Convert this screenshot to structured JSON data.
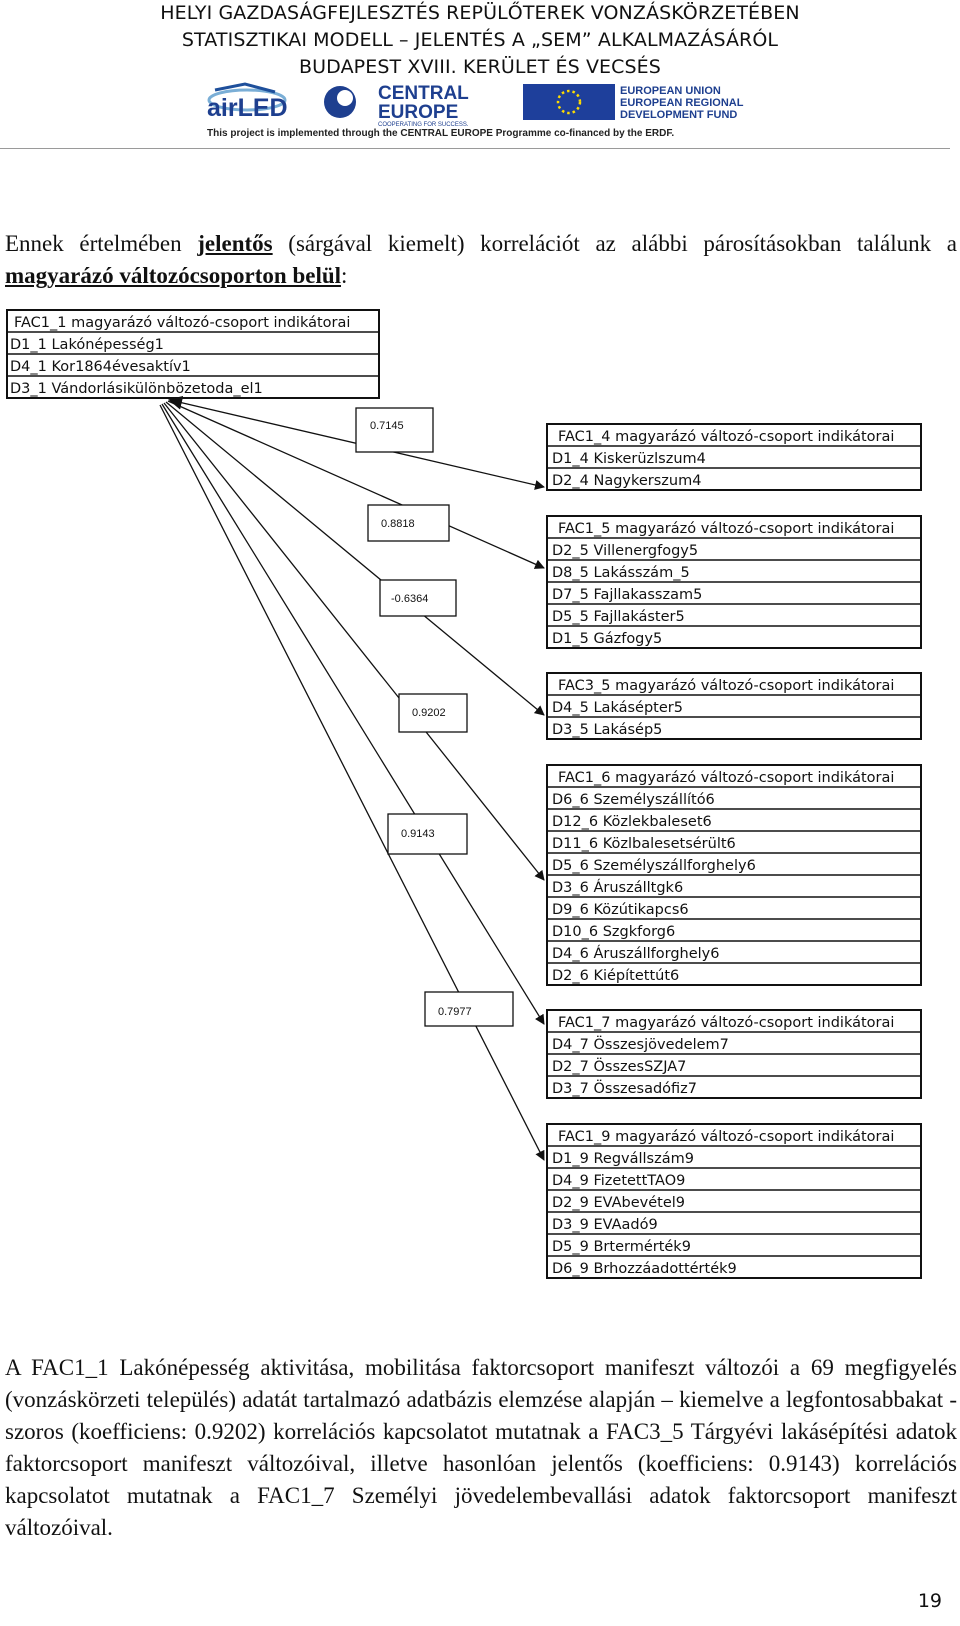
{
  "header": {
    "line1": "HELYI GAZDASÁGFEJLESZTÉS REPÜLŐTEREK VONZÁSKÖRZETÉBEN",
    "line2": "STATISZTIKAI MODELL – JELENTÉS A „SEM” ALKALMAZÁSÁRÓL",
    "line3": "BUDAPEST XVIII. KERÜLET ÉS VECSÉS",
    "logo_airled": "airLED",
    "logo_ce1": "CENTRAL",
    "logo_ce2": "EUROPE",
    "logo_ce3": "COOPERATING FOR SUCCESS.",
    "logo_eu1": "EUROPEAN UNION",
    "logo_eu2": "EUROPEAN REGIONAL",
    "logo_eu3": "DEVELOPMENT FUND",
    "project_note": "This project is implemented through the CENTRAL EUROPE Programme co-financed by the ERDF."
  },
  "intro": {
    "part1": "Ennek értelmében ",
    "jelentos": "jelentős",
    "part2": " (sárgával kiemelt) korrelációt az alábbi párosításokban találunk a",
    "line2_u": "magyarázó változócsoporton belül",
    "line2_end": ":"
  },
  "diagram": {
    "source": {
      "title": "FAC1_1 magyarázó változó-csoport indikátorai",
      "items": [
        "D1_1 Lakónépesség1",
        "D4_1 Kor1864évesaktív1",
        "D3_1 Vándorlásikülönbözetoda_el1"
      ]
    },
    "coefficients": [
      "0.7145",
      "0.8818",
      "-0.6364",
      "0.9202",
      "0.9143",
      "0.7977"
    ],
    "groups": [
      {
        "title": "FAC1_4 magyarázó változó-csoport indikátorai",
        "items": [
          "D1_4 Kiskerüzlszum4",
          "D2_4 Nagykerszum4"
        ]
      },
      {
        "title": "FAC1_5 magyarázó változó-csoport indikátorai",
        "items": [
          "D2_5 Villenergfogy5",
          "D8_5 Lakásszám_5",
          "D7_5 Fajllakasszam5",
          "D5_5 Fajllakáster5",
          "D1_5 Gázfogy5"
        ]
      },
      {
        "title": "FAC3_5 magyarázó változó-csoport indikátorai",
        "items": [
          "D4_5 Lakásépter5",
          "D3_5 Lakásép5"
        ]
      },
      {
        "title": "FAC1_6 magyarázó változó-csoport indikátorai",
        "items": [
          "D6_6 Személyszállító6",
          "D12_6 Közlekbaleset6",
          "D11_6 Közlbalesetsérült6",
          "D5_6 Személyszállforghely6",
          "D3_6 Áruszálltgk6",
          "D9_6 Közútikapcs6",
          "D10_6 Szgkforg6",
          "D4_6 Áruszállforghely6",
          "D2_6 Kiépítettút6"
        ]
      },
      {
        "title": "FAC1_7 magyarázó változó-csoport indikátorai",
        "items": [
          "D4_7 Összesjövedelem7",
          "D2_7 ÖsszesSZJA7",
          "D3_7 Összesadófiz7"
        ]
      },
      {
        "title": "FAC1_9 magyarázó változó-csoport indikátorai",
        "items": [
          "D1_9 Regvállszám9",
          "D4_9 FizetettTAO9",
          "D2_9 EVAbevétel9",
          "D3_9 EVAadó9",
          "D5_9 Brtermérték9",
          "D6_9 Brhozzáadottérték9"
        ]
      }
    ]
  },
  "closing": "A FAC1_1 Lakónépesség aktivitása, mobilitása faktorcsoport manifeszt változói a 69 megfigyelés (vonzáskörzeti település) adatát tartalmazó adatbázis elemzése alapján – kiemelve a legfontosabbakat - szoros (koefficiens: 0.9202) korrelációs kapcsolatot mutatnak a FAC3_5 Tárgyévi lakásépítési adatok faktorcsoport manifeszt változóival, illetve hasonlóan jelentős (koefficiens: 0.9143) korrelációs kapcsolatot mutatnak a FAC1_7 Személyi jövedelembevallási adatok faktorcsoport manifeszt változóival.",
  "page_number": "19"
}
